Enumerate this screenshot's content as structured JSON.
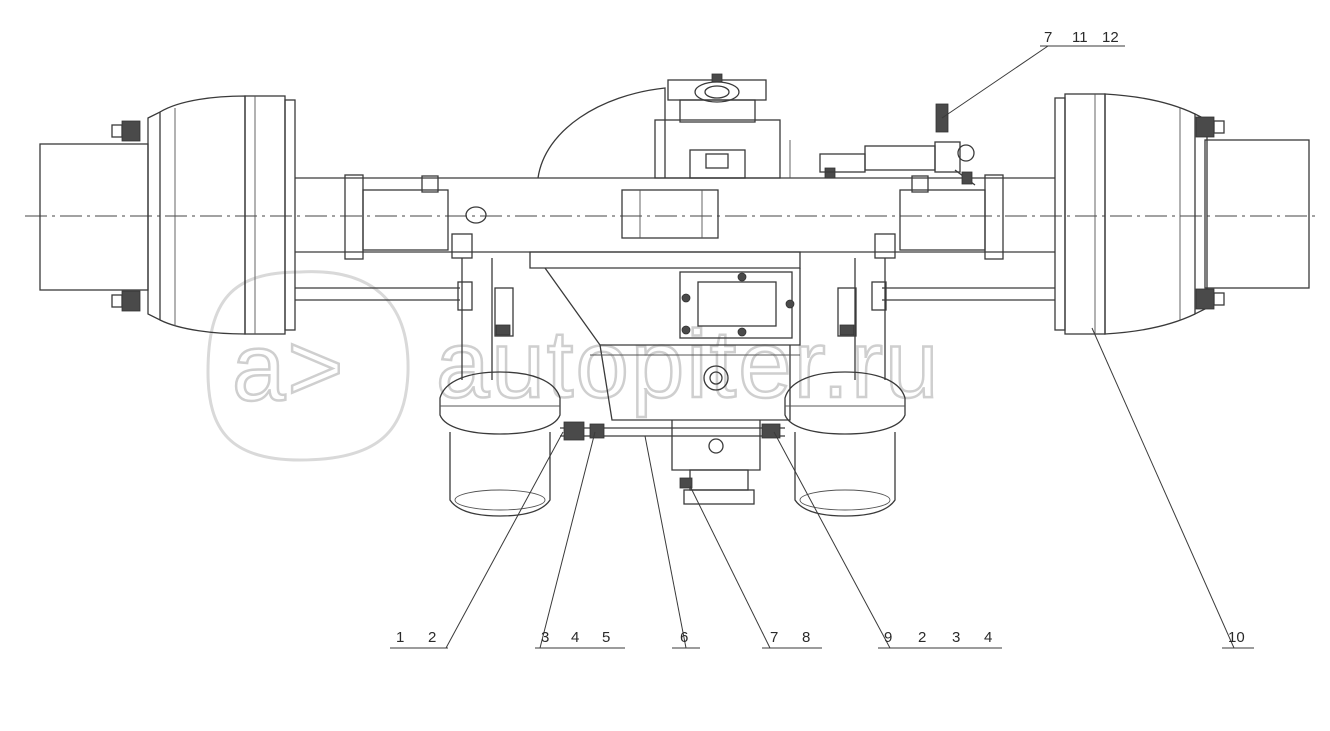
{
  "watermark": {
    "logo_glyph": "a>",
    "site": "autopiter.ru"
  },
  "callouts": [
    {
      "id": "top-right",
      "labels": [
        "7",
        "11",
        "12"
      ]
    },
    {
      "id": "a",
      "labels": [
        "1",
        "2"
      ]
    },
    {
      "id": "b",
      "labels": [
        "3",
        "4",
        "5"
      ]
    },
    {
      "id": "c",
      "labels": [
        "6"
      ]
    },
    {
      "id": "d",
      "labels": [
        "7",
        "8"
      ]
    },
    {
      "id": "e",
      "labels": [
        "9",
        "2",
        "3",
        "4"
      ]
    },
    {
      "id": "f",
      "labels": [
        "10"
      ]
    }
  ],
  "colors": {
    "line": "#3a3a3a",
    "background": "#ffffff",
    "watermark": "#cfcfcf"
  }
}
